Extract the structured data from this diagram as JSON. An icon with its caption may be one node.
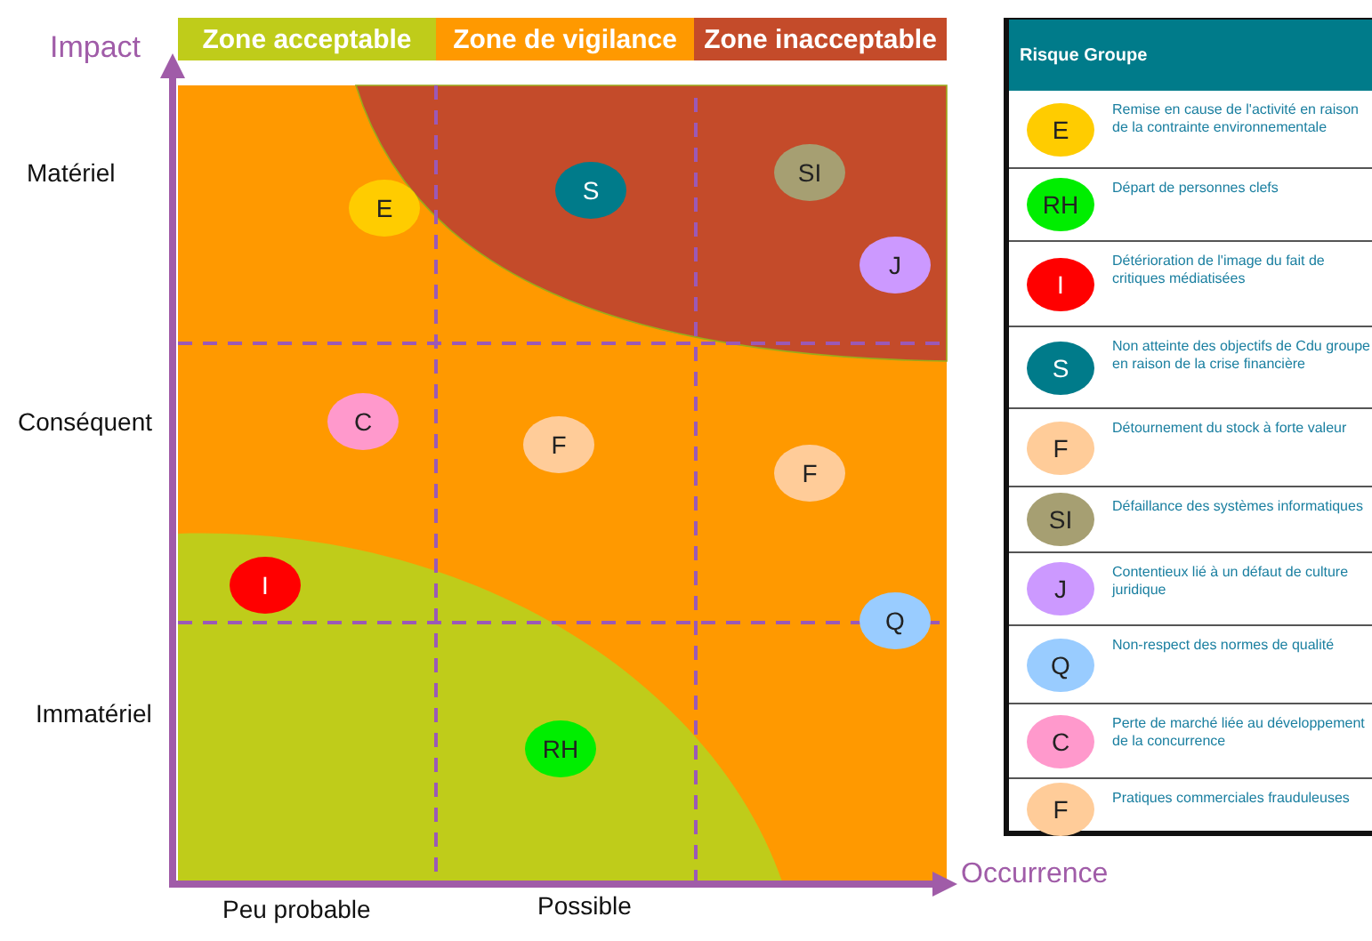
{
  "diagram": {
    "nodes": [
      {
        "text": [
          "Zone acceptable"
        ]
      },
      {
        "text": [
          "Zone de vigilance"
        ]
      },
      {
        "text": [
          "Zone inacceptable"
        ]
      },
      {
        "text": [
          "SI"
        ]
      },
      {
        "text": [
          "S"
        ]
      },
      {
        "text": [
          "E"
        ]
      },
      {
        "text": [
          "J"
        ]
      },
      {
        "text": [
          "C"
        ]
      },
      {
        "text": [
          "F"
        ]
      },
      {
        "text": [
          "F"
        ]
      },
      {
        "text": [
          "I"
        ]
      },
      {
        "text": [
          "Q"
        ]
      },
      {
        "text": [
          "RH"
        ]
      },
      {
        "text": [
          "Risque Groupe"
        ]
      },
      {
        "text": [
          "Remise en cause de l'activité en raison de la contrainte environnementale"
        ],
        "in": 13
      },
      {
        "text": [
          "E"
        ],
        "in": 14
      },
      {
        "text": [
          "Départ de personnes clefs"
        ],
        "in": 13
      },
      {
        "text": [
          "RH"
        ],
        "in": 16
      },
      {
        "text": [
          "Détérioration de l'image du fait de critiques médiatisées"
        ],
        "in": 13
      },
      {
        "text": [
          "I"
        ],
        "in": 18
      },
      {
        "text": [
          "Non atteinte des objectifs de Cdu groupe en raison de la crise financière"
        ],
        "in": 13
      },
      {
        "text": [
          "S"
        ],
        "in": 20
      },
      {
        "text": [
          "Détournement du stock à forte valeur"
        ],
        "in": 13
      },
      {
        "text": [
          "F"
        ],
        "in": 22
      },
      {
        "text": [
          "Défaillance des systèmes informatiques"
        ],
        "in": 13
      },
      {
        "text": [
          "SI"
        ],
        "in": 24
      },
      {
        "text": [
          "Contentieux lié à un défaut de culture juridique"
        ],
        "in": 13
      },
      {
        "text": [
          "J"
        ],
        "in": 26
      },
      {
        "text": [
          "Non-respect des normes de qualité"
        ],
        "in": 13
      },
      {
        "text": [
          "Q"
        ],
        "in": 28
      },
      {
        "text": [
          "Perte de marché liée au développement de la concurrence"
        ],
        "in": 13
      },
      {
        "text": [
          "C"
        ],
        "in": 30
      },
      {
        "text": [
          "Pratiques commerciales frauduleuses"
        ],
        "in": 13
      },
      {
        "text": [
          "F"
        ],
        "in": 32
      }
    ],
    "edges": [],
    "labels": [
      "Impact",
      "Matériel",
      "Conséquent",
      "Immatériel",
      "Peu probable",
      "Possible",
      "Occurrence"
    ]
  }
}
